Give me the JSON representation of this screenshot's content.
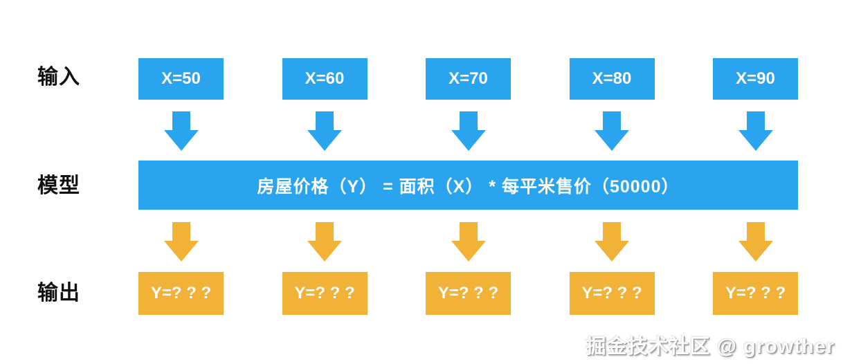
{
  "labels": {
    "input": "输入",
    "model": "模型",
    "output": "输出"
  },
  "inputs": [
    "X=50",
    "X=60",
    "X=70",
    "X=80",
    "X=90"
  ],
  "model_formula": "房屋价格（Y） = 面积（X） * 每平米售价（50000）",
  "outputs": [
    "Y=? ? ?",
    "Y=? ? ?",
    "Y=? ? ?",
    "Y=? ? ?",
    "Y=? ? ?"
  ],
  "watermark": "掘金技术社区 @ growther",
  "colors": {
    "input_blue": "#2ba4f0",
    "output_orange": "#f2b237",
    "box_text": "#ffffff",
    "label_text": "#111111"
  }
}
